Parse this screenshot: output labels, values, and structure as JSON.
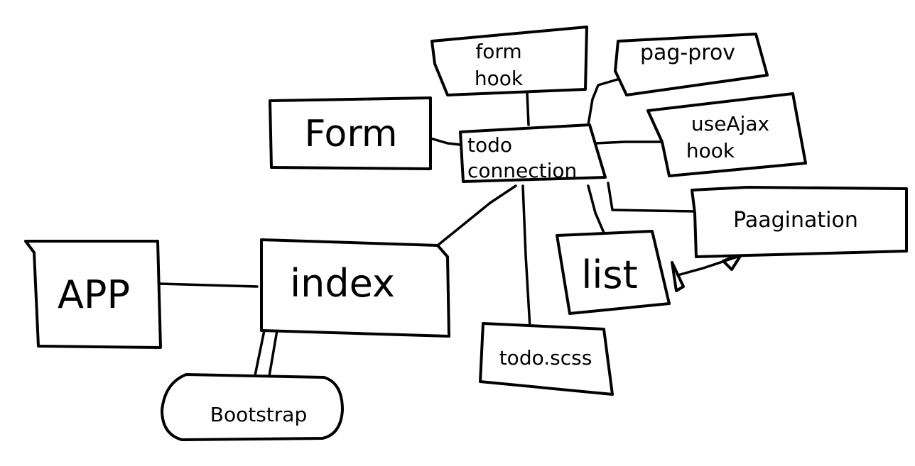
{
  "diagram": {
    "nodes": {
      "app": {
        "label": "APP"
      },
      "index": {
        "label": "index"
      },
      "bootstrap": {
        "label": "Bootstrap"
      },
      "form": {
        "label": "Form"
      },
      "form_hook": {
        "label_line1": "form",
        "label_line2": "hook"
      },
      "todo_connection": {
        "label_line1": "todo",
        "label_line2": "connection"
      },
      "pag_prov": {
        "label": "pag-prov"
      },
      "use_ajax_hook": {
        "label_line1": "useAjax",
        "label_line2": "hook"
      },
      "paagination": {
        "label": "Paagination"
      },
      "list": {
        "label": "list"
      },
      "todo_scss": {
        "label": "todo.scss"
      }
    },
    "colors": {
      "stroke": "#000000",
      "background": "#ffffff"
    }
  }
}
